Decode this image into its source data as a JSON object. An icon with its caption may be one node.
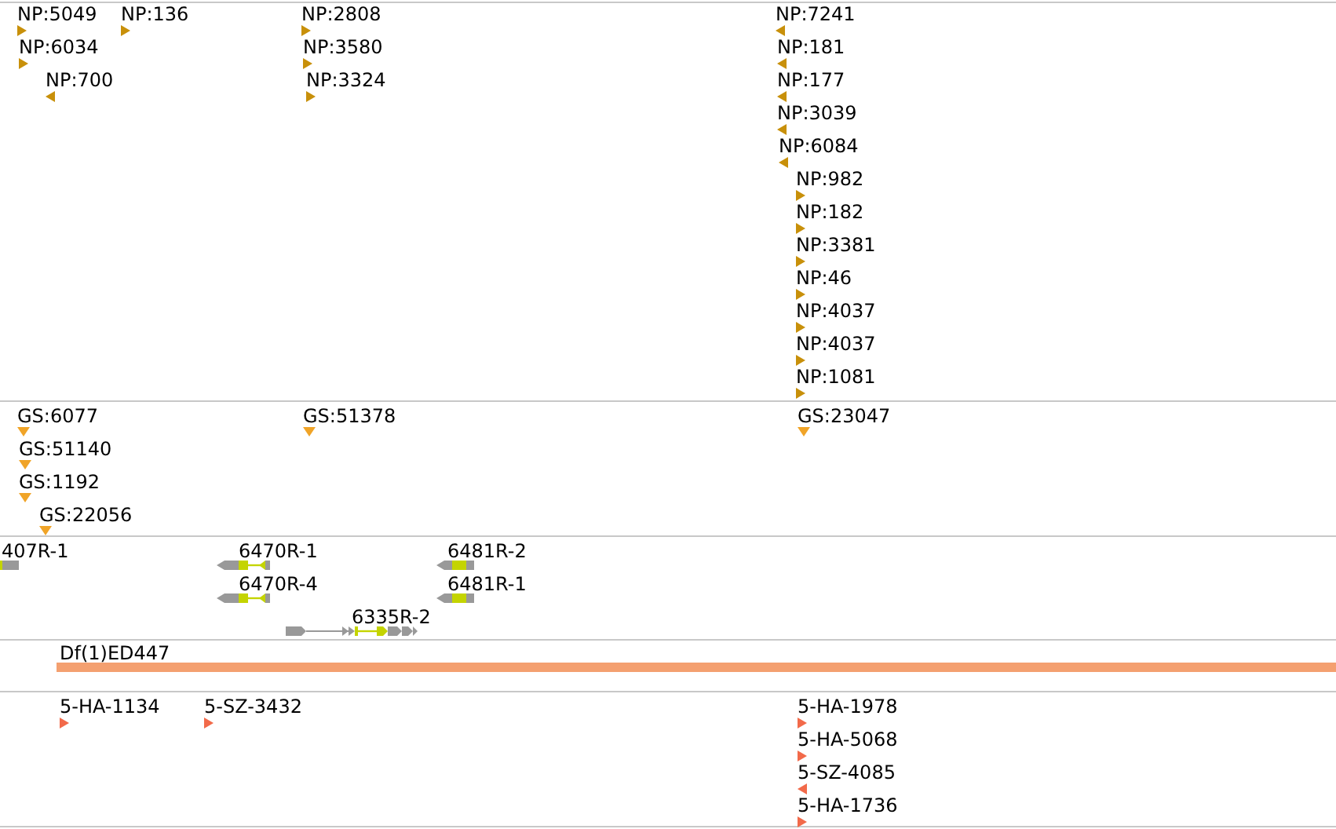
{
  "diagram": {
    "labels": [
      "NP:5049",
      "NP:136",
      "NP:2808",
      "NP:7241",
      "NP:6034",
      "NP:3580",
      "NP:181",
      "NP:700",
      "NP:3324",
      "NP:177",
      "NP:3039",
      "NP:6084",
      "NP:982",
      "NP:182",
      "NP:3381",
      "NP:46",
      "NP:4037",
      "NP:4037",
      "NP:1081",
      "GS:6077",
      "GS:51378",
      "GS:23047",
      "GS:51140",
      "GS:1192",
      "GS:22056",
      "407R-1",
      "6470R-1",
      "6481R-2",
      "6470R-4",
      "6481R-1",
      "6335R-2",
      "Df(1)ED447",
      "5-HA-1134",
      "5-SZ-3432",
      "5-HA-1978",
      "5-HA-5068",
      "5-SZ-4085",
      "5-HA-1736"
    ]
  }
}
